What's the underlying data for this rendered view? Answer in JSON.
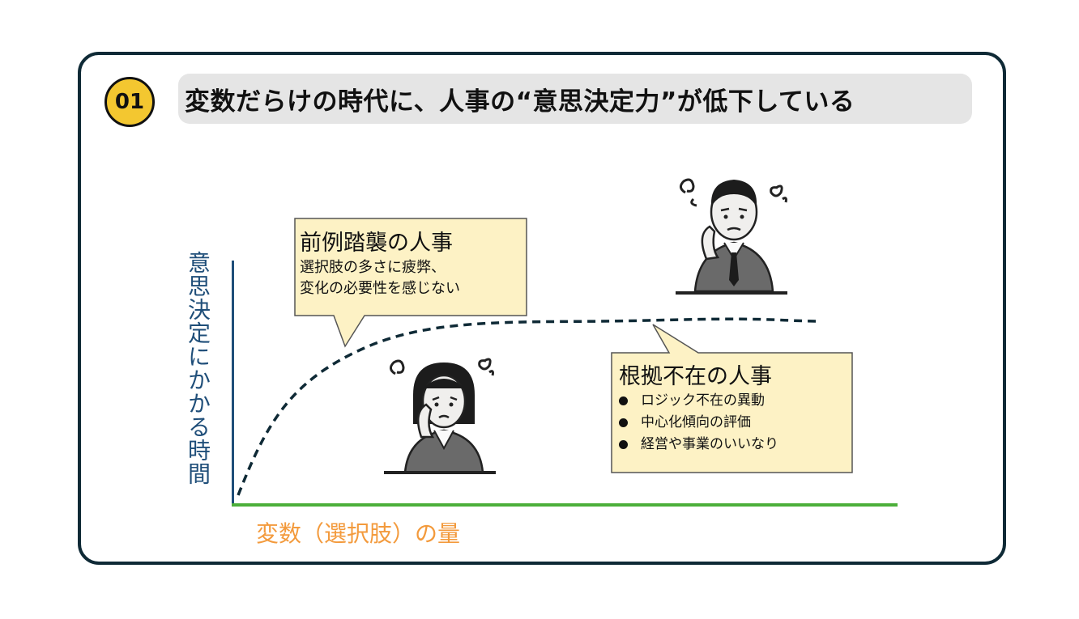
{
  "badge": {
    "number": "01"
  },
  "title": "変数だらけの時代に、人事の“意思決定力”が低下している",
  "axes": {
    "y_label": "意思決定にかかる時間",
    "x_label": "変数（選択肢）の量"
  },
  "callout_1": {
    "title": "前例踏襲の人事",
    "lines": [
      "選択肢の多さに疲弊、",
      "変化の必要性を感じない"
    ]
  },
  "callout_2": {
    "title": "根拠不在の人事",
    "items": [
      "ロジック不在の異動",
      "中心化傾向の評価",
      "経営や事業のいいなり"
    ]
  },
  "illustrations": {
    "person_1": "worried-woman-icon",
    "person_2": "worried-man-icon"
  },
  "colors": {
    "badge": "#f3c730",
    "y_axis": "#1f4e79",
    "x_axis": "#4caf3a",
    "x_label": "#f39a3c",
    "callout_fill": "#fdf2c5",
    "card_border": "#0f2a36"
  }
}
